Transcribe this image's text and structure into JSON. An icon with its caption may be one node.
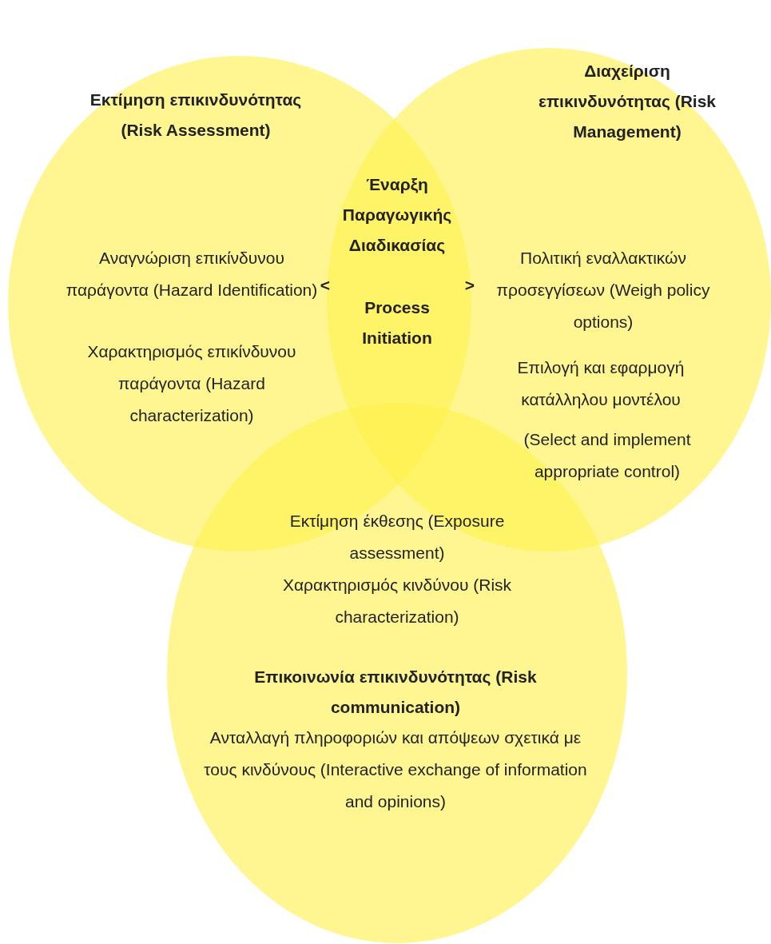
{
  "diagram": {
    "nodes": [
      {
        "text": [
          "Εκτίμηση επικινδυνότητας (Risk Assessment)",
          "Αναγνώριση επικίνδυνου παράγοντα (Hazard Identification)",
          "Χαρακτηρισμός επικίνδυνου παράγοντα (Hazard characterization)"
        ]
      },
      {
        "text": [
          "Διαχείριση επικινδυνότητας (Risk Management)",
          "Πολιτική εναλλακτικών προσεγγίσεων (Weigh policy options)",
          "Επιλογή και εφαρμογή κατάλληλου μοντέλου",
          "(Select and implement appropriate control)"
        ]
      },
      {
        "text": [
          "Επικοινωνία επικινδυνότητας (Risk communication)",
          "Ανταλλαγή πληροφοριών και απόψεων σχετικά με τους κινδύνους (Interactive exchange of information and opinions)"
        ]
      }
    ],
    "edges": [],
    "labels": [
      "Έναρξη Παραγωγικής Διαδικασίας",
      "<",
      ">",
      "Process Initiation",
      "Εκτίμηση έκθεσης (Exposure assessment)",
      "Χαρακτηρισμός κινδύνου (Risk characterization)"
    ]
  }
}
